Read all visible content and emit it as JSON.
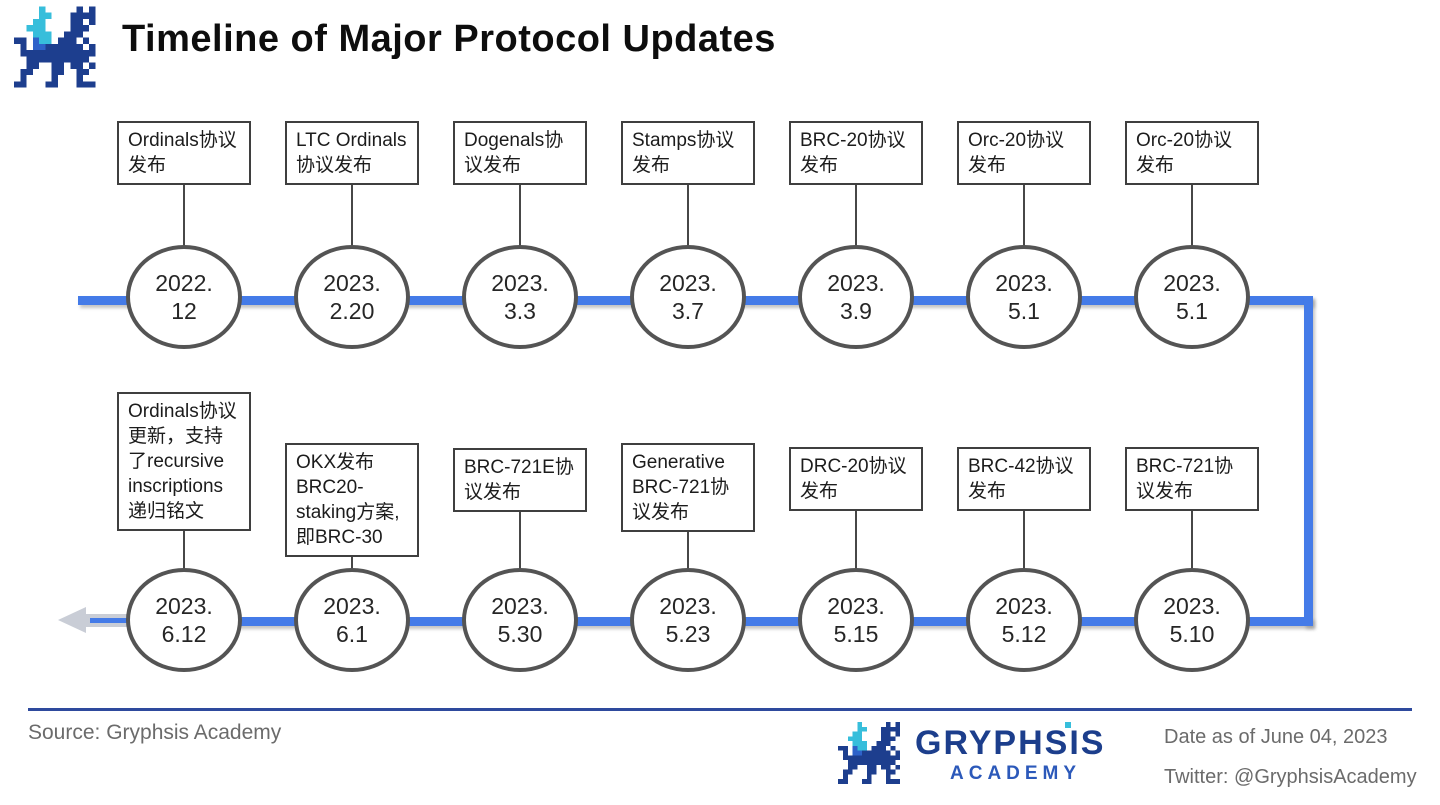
{
  "header": {
    "title": "Timeline of Major Protocol Updates"
  },
  "timeline": {
    "direction": "snakes right on top row, down at right edge, then right-to-left on bottom row ending in a left arrow",
    "line_color": "#447BE8",
    "top_row": [
      {
        "label": "Ordinals协议发布",
        "date_line1": "2022.",
        "date_line2": "12"
      },
      {
        "label": "LTC Ordinals协议发布",
        "date_line1": "2023.",
        "date_line2": "2.20"
      },
      {
        "label": "Dogenals协议发布",
        "date_line1": "2023.",
        "date_line2": "3.3"
      },
      {
        "label": "Stamps协议发布",
        "date_line1": "2023.",
        "date_line2": "3.7"
      },
      {
        "label": "BRC-20协议发布",
        "date_line1": "2023.",
        "date_line2": "3.9"
      },
      {
        "label": "Orc-20协议发布",
        "date_line1": "2023.",
        "date_line2": "5.1"
      },
      {
        "label": "Orc-20协议发布",
        "date_line1": "2023.",
        "date_line2": "5.1"
      }
    ],
    "bottom_row": [
      {
        "label": "Ordinals协议更新，支持了recursive inscriptions递归铭文",
        "date_line1": "2023.",
        "date_line2": "6.12"
      },
      {
        "label": "OKX发布BRC20-staking方案,即BRC-30",
        "date_line1": "2023.",
        "date_line2": "6.1"
      },
      {
        "label": "BRC-721E协议发布",
        "date_line1": "2023.",
        "date_line2": "5.30"
      },
      {
        "label": "Generative BRC-721协议发布",
        "date_line1": "2023.",
        "date_line2": "5.23"
      },
      {
        "label": "DRC-20协议发布",
        "date_line1": "2023.",
        "date_line2": "5.15"
      },
      {
        "label": "BRC-42协议发布",
        "date_line1": "2023.",
        "date_line2": "5.12"
      },
      {
        "label": "BRC-721协议发布",
        "date_line1": "2023.",
        "date_line2": "5.10"
      }
    ]
  },
  "footer": {
    "source": "Source: Gryphsis Academy",
    "brand_name": "GRYPHSIS",
    "brand_sub": "ACADEMY",
    "date_note": "Date as of June 04, 2023",
    "twitter": "Twitter: @GryphsisAcademy"
  },
  "icons": {
    "header_logo": "gryphsis-dragon-icon",
    "footer_logo": "gryphsis-dragon-icon",
    "left_arrow": "timeline-continues-arrow"
  },
  "colors": {
    "timeline_blue": "#447BE8",
    "circle_border": "#545454",
    "box_border": "#3F3F3F",
    "brand_navy": "#1C3E8C",
    "brand_blue": "#2C59BA",
    "brand_cyan": "#37BEDB",
    "footer_divider": "#2E4A9D",
    "muted_text": "#6B6B6B"
  }
}
